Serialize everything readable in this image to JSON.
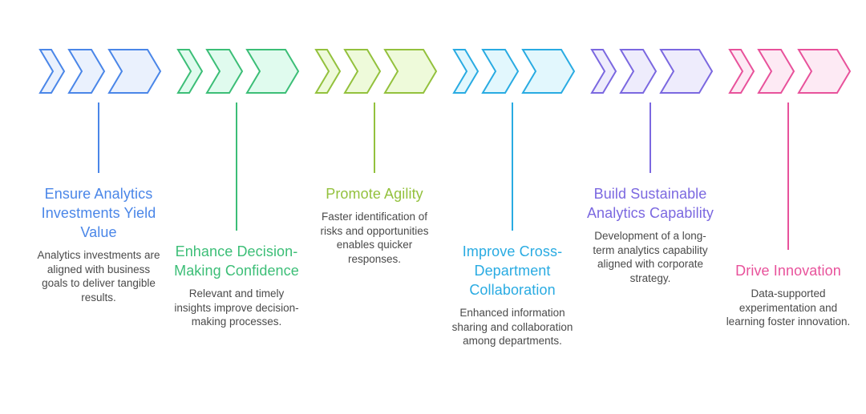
{
  "infographic": {
    "type": "chevron-process-columns",
    "background": "#ffffff",
    "chevrons_per_column": 3,
    "columns": [
      {
        "id": "ensure-analytics-investments-yield-value",
        "title": "Ensure Analytics Investments Yield Value",
        "description": "Analytics investments are aligned with business goals to deliver tangible results.",
        "accent_color": "#4a86e8",
        "fill_color": "#eaf1fd",
        "stem_height": 88,
        "chevron_icon": "triple-chevron-right-icon"
      },
      {
        "id": "enhance-decision-making-confidence",
        "title": "Enhance Decision-Making Confidence",
        "description": "Relevant and timely insights improve decision-making processes.",
        "accent_color": "#3cbe77",
        "fill_color": "#e0fbee",
        "stem_height": 160,
        "chevron_icon": "triple-chevron-right-icon"
      },
      {
        "id": "promote-agility",
        "title": "Promote Agility",
        "description": "Faster identification of risks and opportunities enables quicker responses.",
        "accent_color": "#93c13d",
        "fill_color": "#eefada",
        "stem_height": 88,
        "chevron_icon": "triple-chevron-right-icon"
      },
      {
        "id": "improve-cross-department-collaboration",
        "title": "Improve Cross-Department Collaboration",
        "description": "Enhanced information sharing and collaboration among departments.",
        "accent_color": "#29abe2",
        "fill_color": "#e2f7fd",
        "stem_height": 160,
        "chevron_icon": "triple-chevron-right-icon"
      },
      {
        "id": "build-sustainable-analytics-capability",
        "title": "Build Sustainable Analytics Capability",
        "description": "Development of a long-term analytics capability aligned with corporate strategy.",
        "accent_color": "#7b68e0",
        "fill_color": "#eeecfc",
        "stem_height": 88,
        "chevron_icon": "triple-chevron-right-icon"
      },
      {
        "id": "drive-innovation",
        "title": "Drive Innovation",
        "description": "Data-supported experimentation and learning foster innovation.",
        "accent_color": "#e8529b",
        "fill_color": "#fdeaf4",
        "stem_height": 184,
        "chevron_icon": "triple-chevron-right-icon"
      }
    ]
  }
}
